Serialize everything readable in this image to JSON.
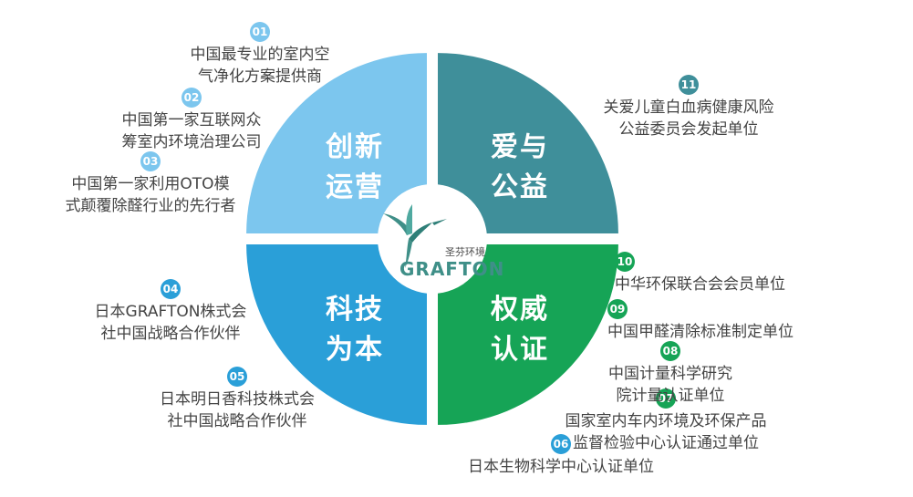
{
  "quadrants": [
    {
      "key": "innovation",
      "label_l1": "创新",
      "label_l2": "运营",
      "color": "#7cc6ee"
    },
    {
      "key": "charity",
      "label_l1": "爱与",
      "label_l2": "公益",
      "color": "#3f8f9a"
    },
    {
      "key": "tech",
      "label_l1": "科技",
      "label_l2": "为本",
      "color": "#2a9fd8"
    },
    {
      "key": "authority",
      "label_l1": "权威",
      "label_l2": "认证",
      "color": "#16a456"
    }
  ],
  "logo": {
    "cn": "圣芬环境",
    "en": "GRAFTON",
    "color": "#3f8f88"
  },
  "items": [
    {
      "num": "01",
      "text": "中国最专业的室内空\n气净化方案提供商",
      "color": "#7cc6ee"
    },
    {
      "num": "02",
      "text": "中国第一家互联网众\n筹室内环境治理公司",
      "color": "#7cc6ee"
    },
    {
      "num": "03",
      "text": "中国第一家利用OTO模\n式颠覆除醛行业的先行者",
      "color": "#7cc6ee"
    },
    {
      "num": "04",
      "text": "日本GRAFTON株式会\n社中国战略合作伙伴",
      "color": "#2a9fd8"
    },
    {
      "num": "05",
      "text": "日本明日香科技株式会\n社中国战略合作伙伴",
      "color": "#2a9fd8"
    },
    {
      "num": "06",
      "text": "日本生物科学中心认证单位",
      "color": "#2a9fd8"
    },
    {
      "num": "07",
      "text": "国家室内车内环境及环保产品\n监督检验中心认证通过单位",
      "color": "#16a456"
    },
    {
      "num": "08",
      "text": "中国计量科学研究\n院计量认证单位",
      "color": "#16a456"
    },
    {
      "num": "09",
      "text": "中国甲醛清除标准制定单位",
      "color": "#16a456"
    },
    {
      "num": "10",
      "text": "中华环保联合会会员单位",
      "color": "#16a456"
    },
    {
      "num": "11",
      "text": "关爱儿童白血病健康风险\n公益委员会发起单位",
      "color": "#3f8f9a"
    }
  ]
}
